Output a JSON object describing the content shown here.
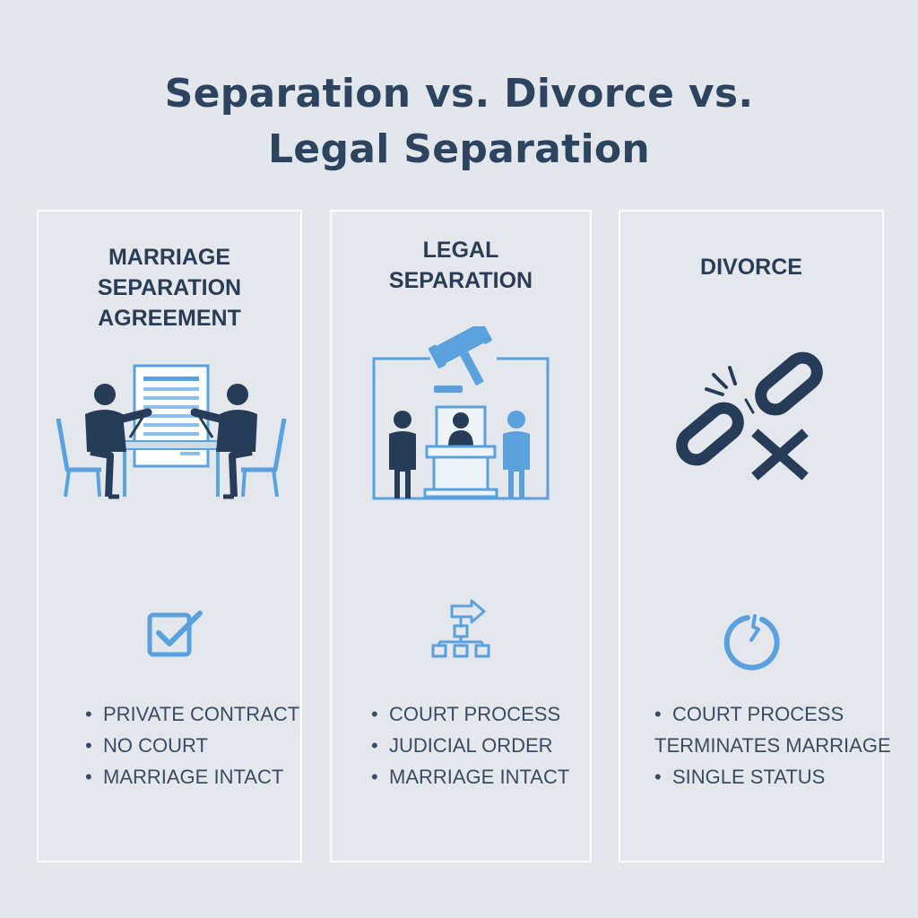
{
  "title": {
    "line1": "Separation vs. Divorce vs.",
    "line2": "Legal Separation"
  },
  "colors": {
    "navy": "#263c58",
    "accent_blue": "#5aa1dd",
    "background": "#e3e7ec",
    "panel_border": "#ffffff"
  },
  "panels": [
    {
      "heading": [
        "MARRIAGE",
        "SEPARATION",
        "AGREEMENT"
      ],
      "illustration": "two-people-signing-document-illustration",
      "icon": "checkbox-check-icon",
      "bullets": [
        "PRIVATE CONTRACT",
        "NO COURT",
        "MARRIAGE INTACT"
      ]
    },
    {
      "heading": [
        "LEGAL",
        "SEPARATION"
      ],
      "illustration": "courtroom-gavel-illustration",
      "icon": "process-flow-icon",
      "bullets": [
        "COURT PROCESS",
        "JUDICIAL ORDER",
        "MARRIAGE INTACT"
      ]
    },
    {
      "heading": [
        "DIVORCE"
      ],
      "illustration": "broken-chain-link-illustration",
      "icon": "broken-circle-icon",
      "bullets": [
        "COURT PROCESS",
        "TERMINATES MARRIAGE",
        "SINGLE STATUS"
      ]
    }
  ]
}
